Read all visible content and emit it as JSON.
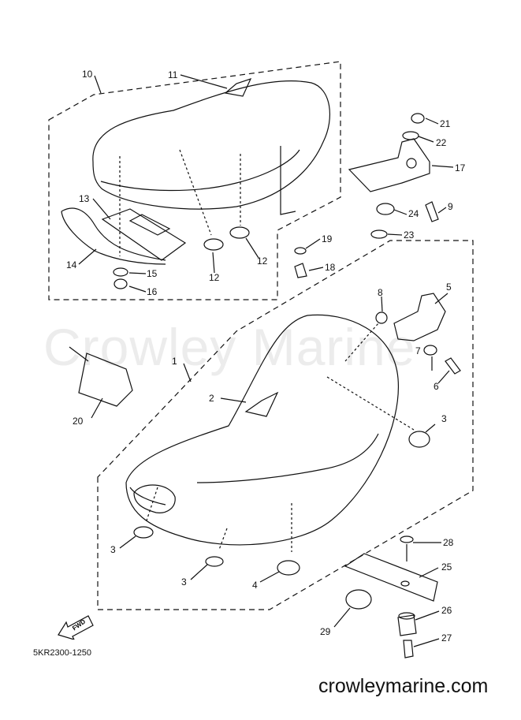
{
  "watermark": "Crowley Marine",
  "drawing_code": "5KR2300-1250",
  "site": "crowleymarine.com",
  "fwd_label": "FWD",
  "callouts": [
    {
      "id": "c10",
      "text": "10"
    },
    {
      "id": "c11",
      "text": "11"
    },
    {
      "id": "c13",
      "text": "13"
    },
    {
      "id": "c14",
      "text": "14"
    },
    {
      "id": "c15",
      "text": "15"
    },
    {
      "id": "c16",
      "text": "16"
    },
    {
      "id": "c12a",
      "text": "12"
    },
    {
      "id": "c12b",
      "text": "12"
    },
    {
      "id": "c21",
      "text": "21"
    },
    {
      "id": "c22",
      "text": "22"
    },
    {
      "id": "c17",
      "text": "17"
    },
    {
      "id": "c9",
      "text": "9"
    },
    {
      "id": "c24",
      "text": "24"
    },
    {
      "id": "c23",
      "text": "23"
    },
    {
      "id": "c19",
      "text": "19"
    },
    {
      "id": "c18",
      "text": "18"
    },
    {
      "id": "c8",
      "text": "8"
    },
    {
      "id": "c5",
      "text": "5"
    },
    {
      "id": "c7",
      "text": "7"
    },
    {
      "id": "c6",
      "text": "6"
    },
    {
      "id": "c1",
      "text": "1"
    },
    {
      "id": "c20",
      "text": "20"
    },
    {
      "id": "c2",
      "text": "2"
    },
    {
      "id": "c3a",
      "text": "3"
    },
    {
      "id": "c3b",
      "text": "3"
    },
    {
      "id": "c3c",
      "text": "3"
    },
    {
      "id": "c4",
      "text": "4"
    },
    {
      "id": "c28",
      "text": "28"
    },
    {
      "id": "c25",
      "text": "25"
    },
    {
      "id": "c26",
      "text": "26"
    },
    {
      "id": "c29",
      "text": "29"
    },
    {
      "id": "c27",
      "text": "27"
    }
  ]
}
